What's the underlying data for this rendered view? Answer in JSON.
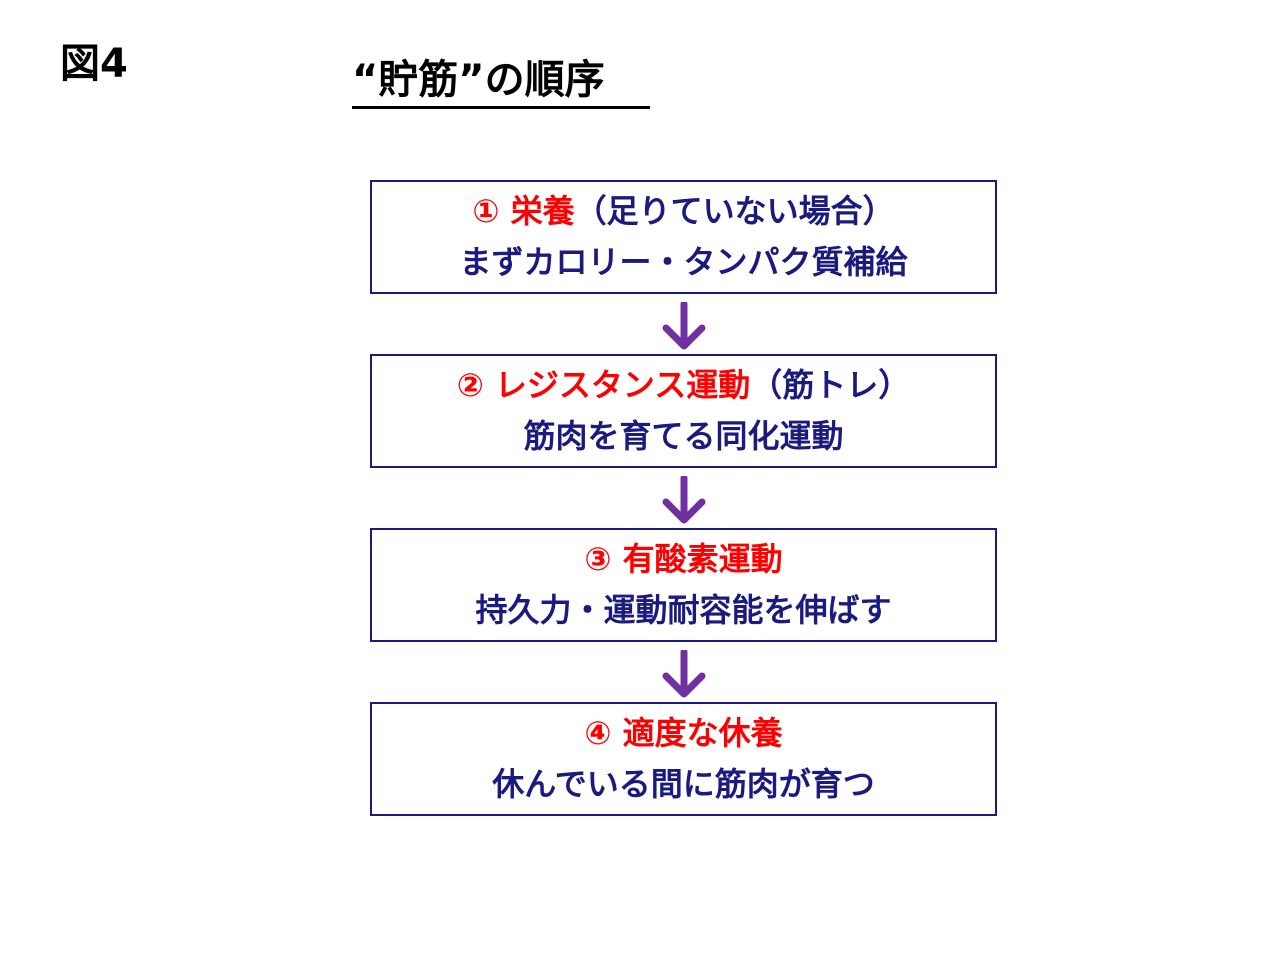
{
  "figure_label": "図4",
  "title": "“貯筋”の順序",
  "colors": {
    "heading": "#ff0000",
    "detail": "#1a1a80",
    "border": "#1a1a80",
    "arrow": "#7030a0"
  },
  "steps": [
    {
      "heading": "① 栄養",
      "heading_note": "（足りていない場合）",
      "detail": "まずカロリー・タンパク質補給"
    },
    {
      "heading": "② レジスタンス運動",
      "heading_note": "（筋トレ）",
      "detail": "筋肉を育てる同化運動"
    },
    {
      "heading": "③ 有酸素運動",
      "detail": "持久力・運動耐容能を伸ばす"
    },
    {
      "heading": "④ 適度な休養",
      "detail": "休んでいる間に筋肉が育つ"
    }
  ],
  "arrows": [
    {
      "icon": "arrow-down-icon"
    },
    {
      "icon": "arrow-down-icon"
    },
    {
      "icon": "arrow-down-icon"
    }
  ]
}
